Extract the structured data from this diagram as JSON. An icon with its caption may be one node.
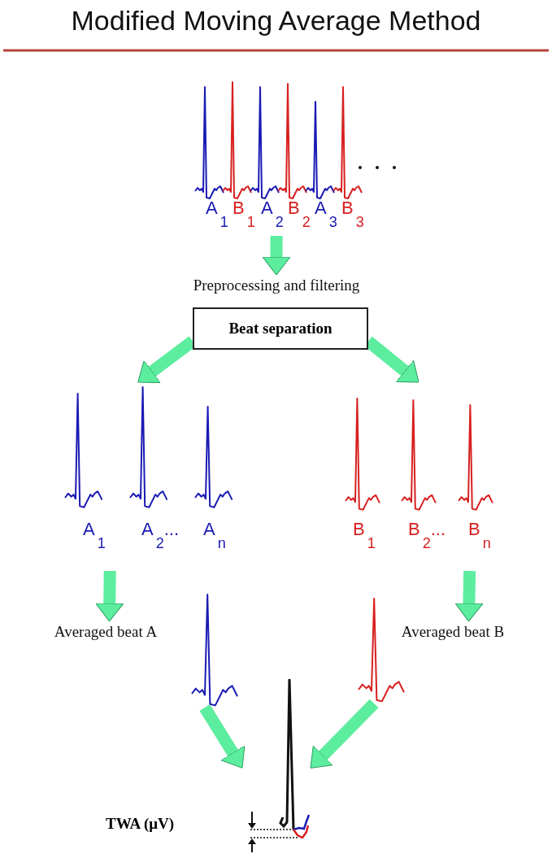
{
  "diagram": {
    "title": "Modified Moving Average Method",
    "nodes": [
      {
        "text": [
          "A$_{1}$",
          "B$_{1}$",
          "A$_{2}$",
          "B$_{2}$",
          "A$_{3}$",
          "B$_{3}$"
        ]
      },
      {
        "text": [
          "Preprocessing and filtering"
        ]
      },
      {
        "text": [
          "Beat separation"
        ]
      },
      {
        "text": [
          "A$_{1}$",
          "A$_{2}$...",
          "A$_{n}$"
        ]
      },
      {
        "text": [
          "B$_{1}$",
          "B$_{2}$...",
          "B$_{n}$"
        ]
      },
      {
        "text": [
          "Averaged beat A"
        ]
      },
      {
        "text": [],
        "shape": "picture"
      },
      {
        "text": [
          "Averaged beat B"
        ]
      },
      {
        "text": [],
        "shape": "picture"
      },
      {
        "text": [],
        "shape": "picture"
      }
    ],
    "edges": [
      {
        "from": 0,
        "to": 1,
        "arrow": "to"
      },
      {
        "from": 2,
        "to": 3,
        "arrow": "to"
      },
      {
        "from": 2,
        "to": 4,
        "arrow": "to"
      },
      {
        "from": 3,
        "to": 5,
        "arrow": "to"
      },
      {
        "from": 4,
        "to": 7,
        "arrow": "to"
      },
      {
        "from": 6,
        "to": 9,
        "arrow": "to"
      },
      {
        "from": 8,
        "to": 9,
        "arrow": "to"
      }
    ],
    "labels": [
      "TWA (μV)"
    ]
  }
}
